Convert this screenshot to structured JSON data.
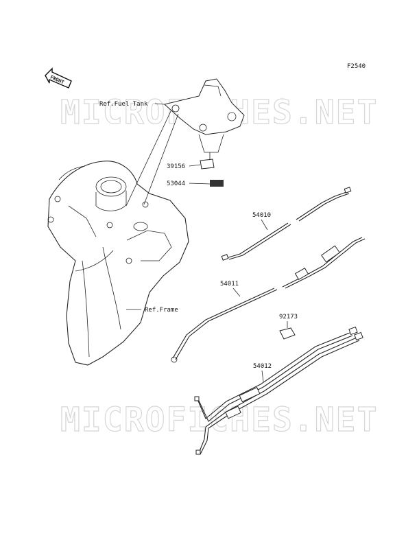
{
  "figure_code": "F2540",
  "front_arrow": {
    "label": "FRONT",
    "icon": "front-direction-arrow-icon"
  },
  "watermark_top": "MICROFICHES.NET",
  "watermark_bottom": "MICROFICHES.NET",
  "refs": {
    "fuel_tank": "Ref.Fuel Tank",
    "frame": "Ref.Frame"
  },
  "parts": [
    {
      "number": "39156"
    },
    {
      "number": "53044"
    },
    {
      "number": "54010"
    },
    {
      "number": "54011"
    },
    {
      "number": "92173"
    },
    {
      "number": "54012"
    }
  ]
}
